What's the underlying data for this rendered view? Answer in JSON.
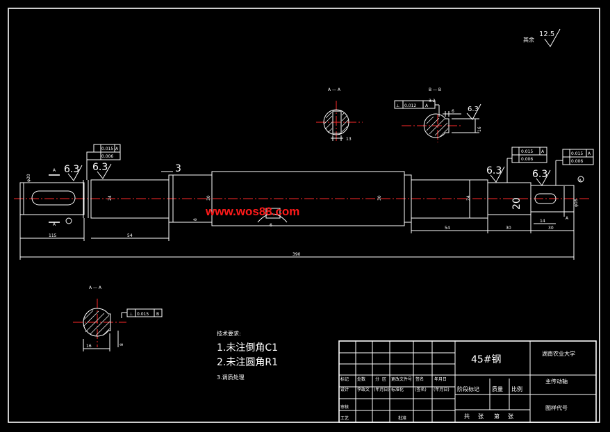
{
  "corner_roughness": {
    "label": "其余",
    "value": "12.5"
  },
  "sections": {
    "a1": {
      "label": "A — A",
      "dim": "13"
    },
    "b": {
      "label": "B — B",
      "tol": "0.012",
      "datum": "A",
      "roughness_key": "3.2",
      "roughness": "6.3",
      "dim_h": "6",
      "dim_v": "16"
    },
    "a2": {
      "label": "A — A",
      "tol": "0.015",
      "datum": "B",
      "dim_h": "16",
      "dim_v": "8"
    }
  },
  "left_end": {
    "diameter": "φ20",
    "gdt_runout": "0.015",
    "gdt_flat": "0.006",
    "datum": "A",
    "roughness1": "6.3",
    "roughness2": "6.3",
    "section_marker": "A"
  },
  "shaft_dims": {
    "step": "3",
    "d24a": "24",
    "d30a": "30",
    "d30b": "30",
    "d24b": "24",
    "keyway": "6",
    "keyway_r": "8",
    "len_115": "115",
    "len_54a": "54",
    "len_54b": "54",
    "len_30a": "30",
    "len_30b": "30",
    "len_14": "14",
    "total": "390"
  },
  "right_end": {
    "diameter": "20",
    "gdt_runout1": "0.015",
    "gdt_flat1": "0.006",
    "gdt_runout2": "0.015",
    "gdt_flat2": "0.006",
    "datum": "A",
    "roughness1": "6.3",
    "roughness2": "6.3",
    "marker_a": "A"
  },
  "watermark": "www.wos88.com",
  "tech_req": {
    "title": "技术要求:",
    "items": [
      "1.未注倒角C1",
      "2.未注圆角R1",
      "3.调质处理"
    ]
  },
  "title_block": {
    "material": "45#钢",
    "university": "湖南农业大学",
    "part_name": "主传动轴",
    "drawing_no": "图样代号",
    "row_headers": [
      "标记",
      "处数",
      "分",
      "区",
      "更改文件号",
      "签名",
      "年月日"
    ],
    "design_row": [
      "设计",
      "李政文",
      "(年月日)",
      "标准化",
      "(签名)",
      "(年月日)"
    ],
    "stage_labels": [
      "阶段标记",
      "质量",
      "比例"
    ],
    "review": "审核",
    "process": "工艺",
    "approve": "批准",
    "sheets": [
      "共",
      "张",
      "第",
      "张"
    ]
  }
}
